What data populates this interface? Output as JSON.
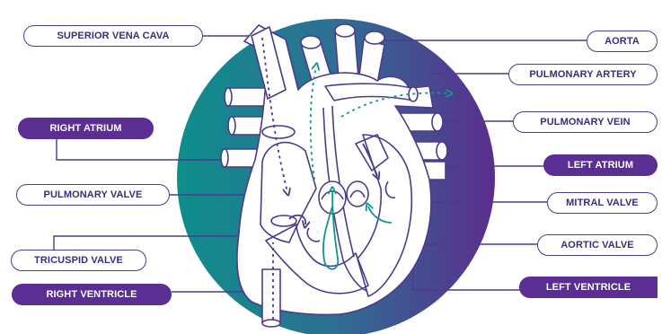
{
  "labels": {
    "superior_vena_cava": "SUPERIOR VENA CAVA",
    "right_atrium": "RIGHT ATRIUM",
    "pulmonary_valve": "PULMONARY VALVE",
    "tricuspid_valve": "TRICUSPID VALVE",
    "right_ventricle": "RIGHT VENTRICLE",
    "aorta": "AORTA",
    "pulmonary_artery": "PULMONARY ARTERY",
    "pulmonary_vein": "PULMONARY VEIN",
    "left_atrium": "LEFT ATRIUM",
    "mitral_valve": "MITRAL VALVE",
    "aortic_valve": "AORTIC VALVE",
    "left_ventricle": "LEFT VENTRICLE"
  },
  "colors": {
    "outline": "#4e3a8c",
    "filled_label": "#5a2e93",
    "teal": "#12958f",
    "circle_gradient": [
      "#0f8f8c",
      "#5b2d8e"
    ]
  }
}
